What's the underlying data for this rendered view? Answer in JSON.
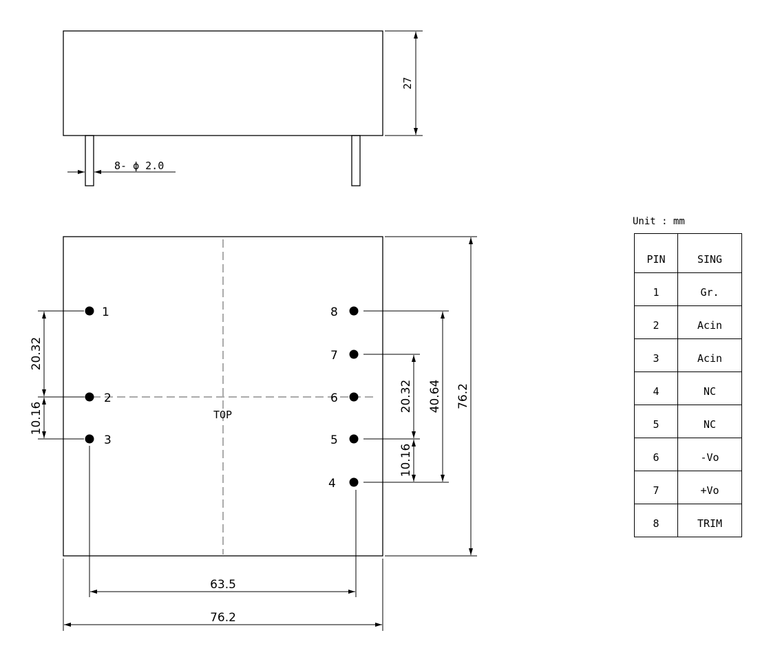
{
  "side_view": {
    "height_dim": "27",
    "pin_dim": "8- ϕ 2.0"
  },
  "top_view": {
    "label": "TOP",
    "pins_left": [
      "1",
      "2",
      "3"
    ],
    "pins_right": [
      "8",
      "7",
      "6",
      "5",
      "4"
    ],
    "dims": {
      "left_upper": "20.32",
      "left_lower": "10.16",
      "right_upper": "20.32",
      "right_lower": "10.16",
      "right_span": "40.64",
      "height": "76.2",
      "pin_span": "63.5",
      "width": "76.2"
    }
  },
  "unit": "Unit : mm",
  "pin_table": {
    "headers": [
      "PIN",
      "SING"
    ],
    "rows": [
      {
        "pin": "1",
        "sig": "Gr."
      },
      {
        "pin": "2",
        "sig": "Acin"
      },
      {
        "pin": "3",
        "sig": "Acin"
      },
      {
        "pin": "4",
        "sig": "NC"
      },
      {
        "pin": "5",
        "sig": "NC"
      },
      {
        "pin": "6",
        "sig": "-Vo"
      },
      {
        "pin": "7",
        "sig": "+Vo"
      },
      {
        "pin": "8",
        "sig": "TRIM"
      }
    ]
  }
}
